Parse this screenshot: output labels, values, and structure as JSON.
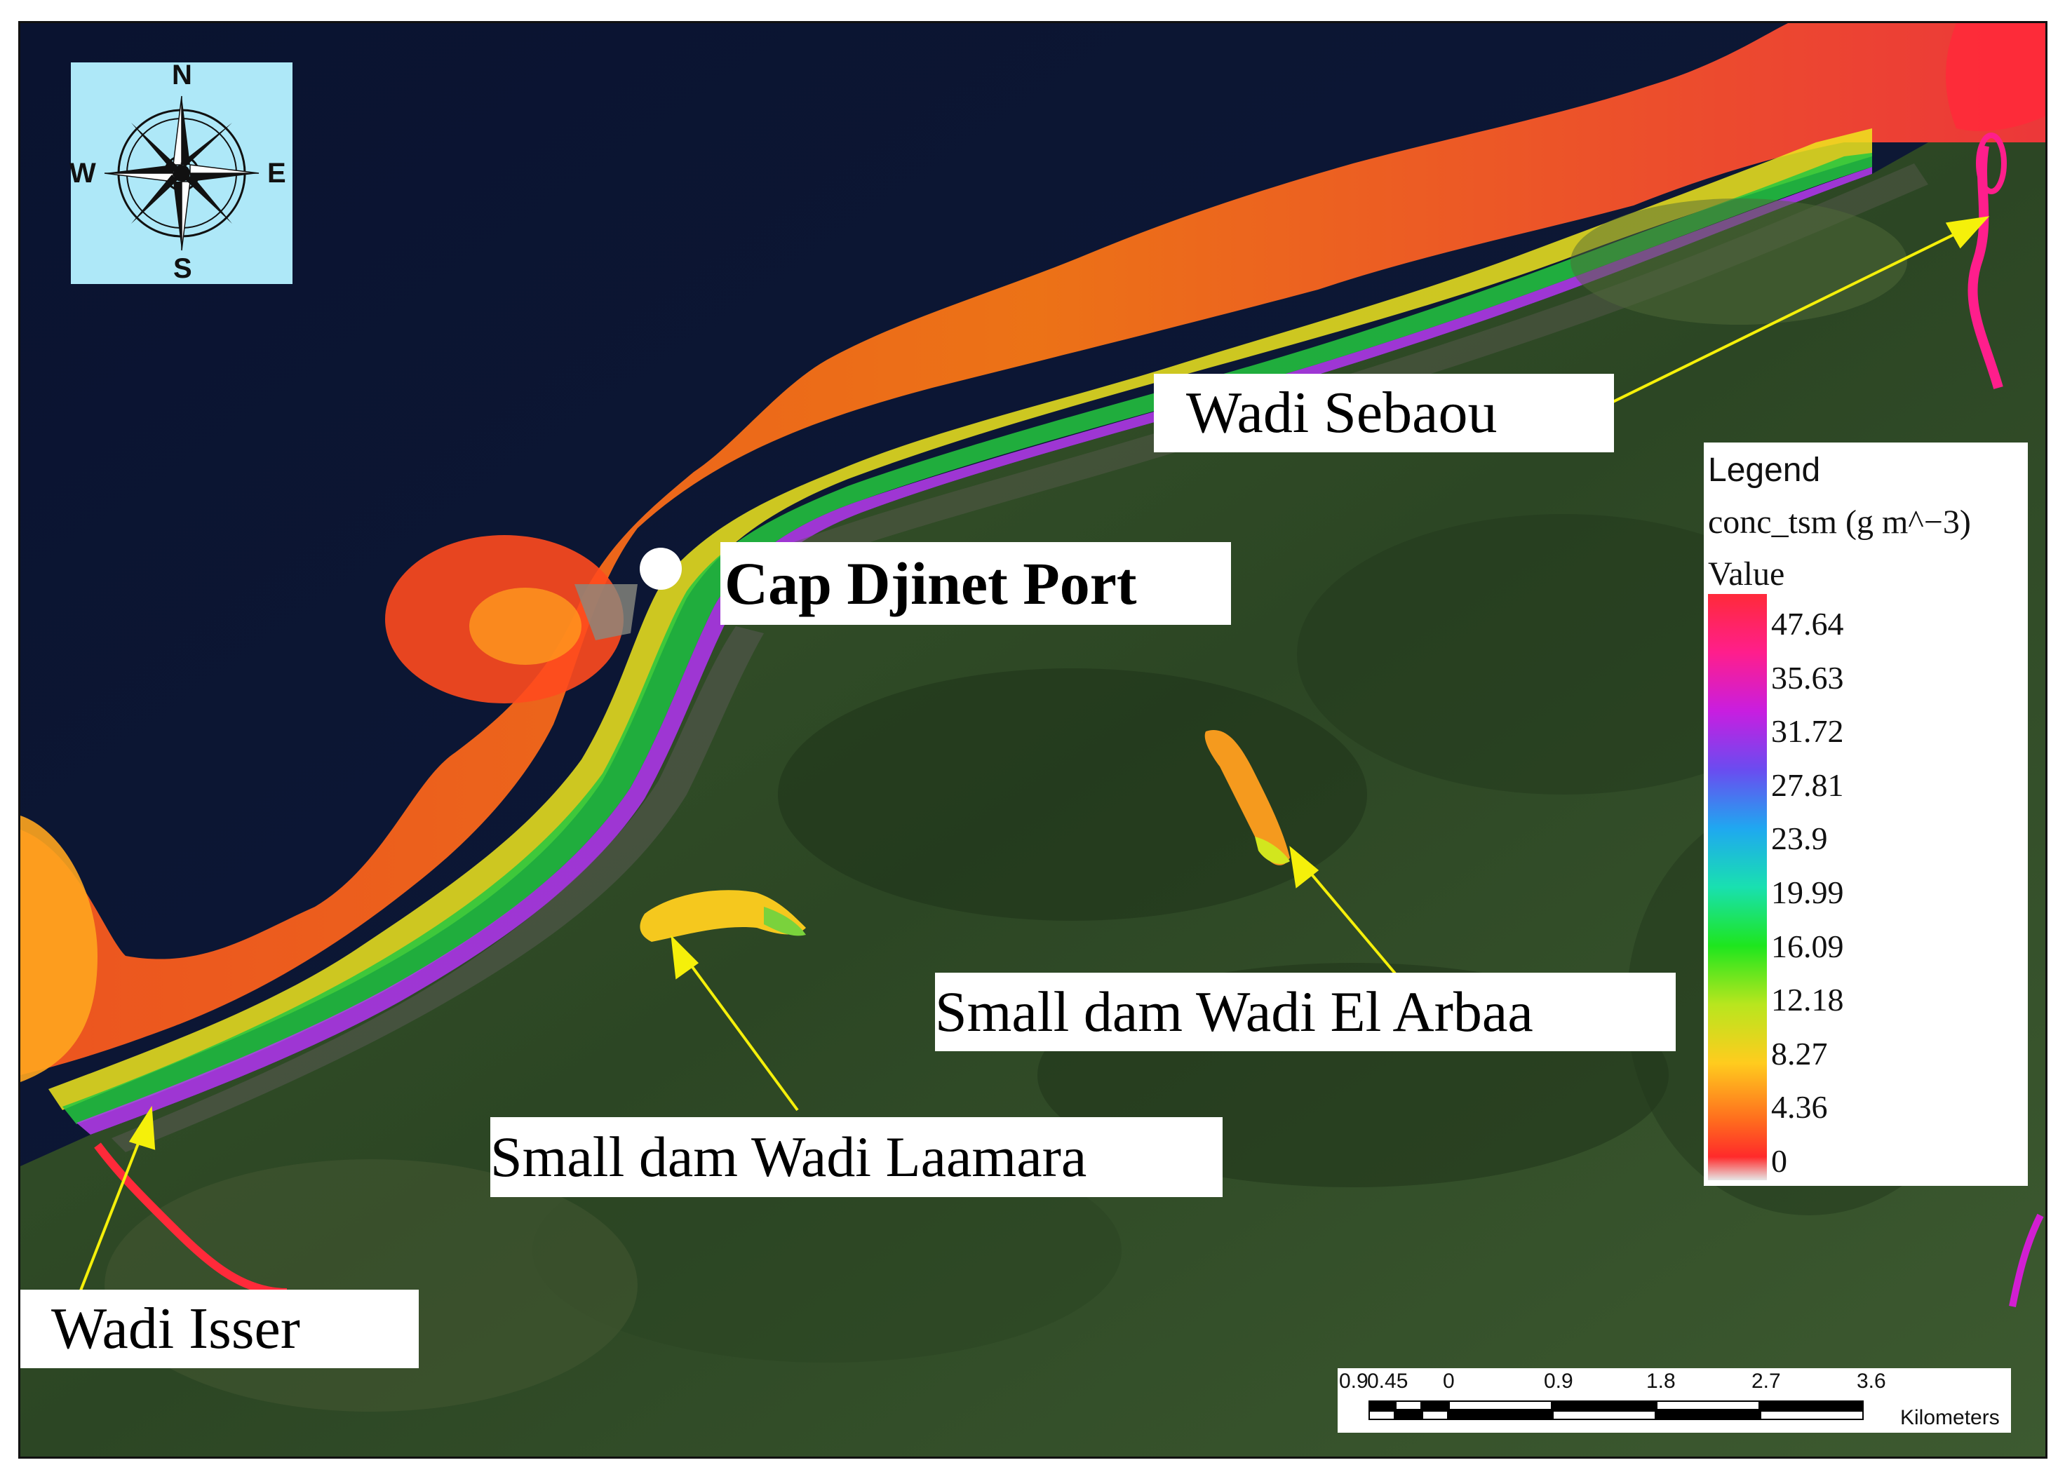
{
  "compass": {
    "north": "N",
    "south": "S",
    "east": "E",
    "west": "W",
    "icon": "compass-rose-icon",
    "background": "#aee8f8"
  },
  "labels": {
    "port": "Cap Djinet Port",
    "sebaou": "Wadi Sebaou",
    "arbaa": "Small dam Wadi El Arbaa",
    "laamara": "Small dam Wadi Laamara",
    "isser": "Wadi Isser"
  },
  "legend": {
    "title": "Legend",
    "layer": "conc_tsm (g m^−3)",
    "field": "Value",
    "ticks": [
      "47.64",
      "35.63",
      "31.72",
      "27.81",
      "23.9",
      "19.99",
      "16.09",
      "12.18",
      "8.27",
      "4.36",
      "0"
    ]
  },
  "scalebar": {
    "ticks": [
      "0.9",
      "0.45",
      "0",
      "0.9",
      "1.8",
      "2.7",
      "3.6"
    ],
    "unit": "Kilometers"
  },
  "colors": {
    "sea": "#0b1530",
    "land": "#2e4a26",
    "arrow": "#f5f00a",
    "port_marker": "#ffffff"
  }
}
